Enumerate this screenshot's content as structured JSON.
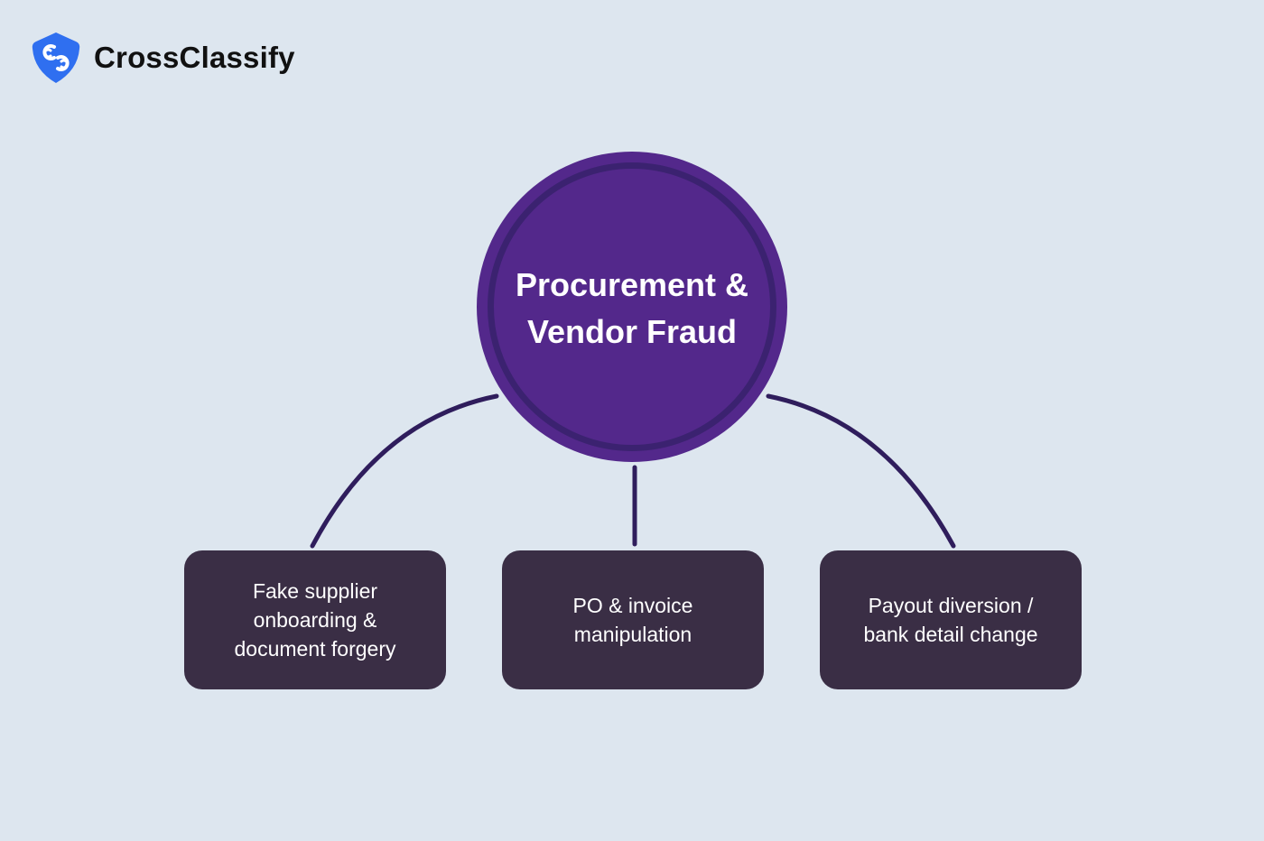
{
  "brand": {
    "name": "CrossClassify",
    "icon": "shield-links-icon",
    "color": "#2f6ff0"
  },
  "hub": {
    "title": "Procurement &\nVendor Fraud",
    "color": "#53288b"
  },
  "branches": [
    {
      "label": "Fake supplier\nonboarding &\ndocument forgery"
    },
    {
      "label": "PO & invoice\nmanipulation"
    },
    {
      "label": "Payout diversion /\nbank detail change"
    }
  ]
}
